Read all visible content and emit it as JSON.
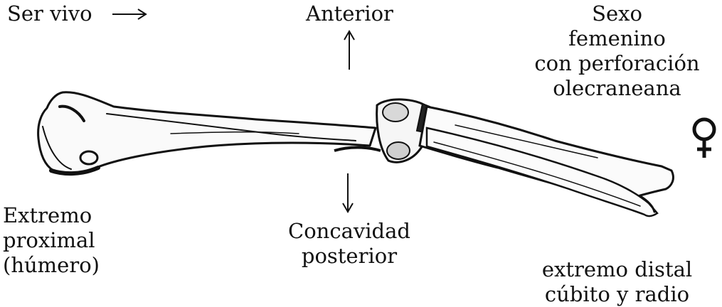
{
  "labels": {
    "ser_vivo": "Ser vivo",
    "anterior": "Anterior",
    "sexo": [
      "Sexo",
      "femenino",
      "con perforación",
      "olecraneana"
    ],
    "extremo_proximal": [
      "Extremo",
      "proximal",
      "(húmero)"
    ],
    "concavidad": [
      "Concavidad",
      "posterior"
    ],
    "extremo_distal": [
      "extremo distal",
      "cúbito y radio"
    ]
  },
  "icons": {
    "female_symbol": "female-symbol-icon",
    "arrow_right": "arrow-right-icon",
    "arrow_up": "arrow-up-icon",
    "arrow_down": "arrow-down-icon"
  },
  "colors": {
    "ink": "#111111",
    "background": "#ffffff"
  }
}
